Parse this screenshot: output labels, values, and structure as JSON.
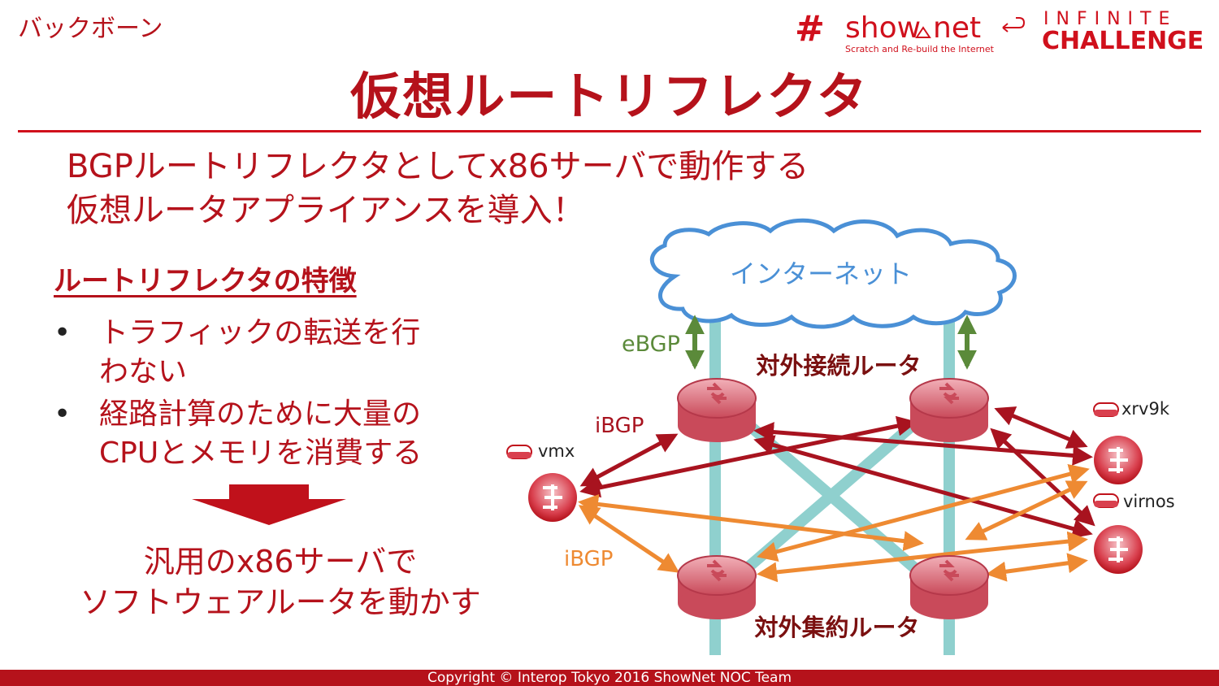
{
  "header": {
    "section_label": "バックボーン",
    "title": "仮想ルートリフレクタ",
    "logo_text": "show",
    "logo_hash": "#",
    "logo_net": "net",
    "logo_tagline": "Scratch and Re-build the Internet",
    "logo_infinite": "INFINITE",
    "logo_challenge": "CHALLENGE"
  },
  "subtitle": {
    "line1": "BGPルートリフレクタとしてx86サーバで動作する",
    "line2": "仮想ルータアプライアンスを導入！"
  },
  "features": {
    "heading": "ルートリフレクタの特徴",
    "bullet_symbol": "•",
    "items": [
      {
        "line1": "トラフィックの転送を行",
        "line2": "わない"
      },
      {
        "line1": "経路計算のために大量の",
        "line2": "CPUとメモリを消費する"
      }
    ]
  },
  "conclusion": {
    "line1": "汎用のx86サーバで",
    "line2": "ソフトウェアルータを動かす"
  },
  "diagram": {
    "internet_label": "インターネット",
    "ebgp_label": "eBGP",
    "ibgp_label_upper": "iBGP",
    "ibgp_label_lower": "iBGP",
    "external_router_label": "対外接続ルータ",
    "aggregation_router_label": "対外集約ルータ",
    "vm_labels": {
      "vmx": "vmx",
      "xrv9k": "xrv9k",
      "virnos": "virnos"
    },
    "colors": {
      "cloud_stroke": "#4a90d6",
      "cloud_text": "#4a90d6",
      "ebgp": "#5b8a3a",
      "ibgp_upper": "#a8131f",
      "ibgp_lower": "#ee8a32",
      "link": "#8fd0ce",
      "router_fill": "#e58b96"
    }
  },
  "footer": {
    "copyright": "Copyright © Interop Tokyo 2016 ShowNet NOC Team"
  }
}
